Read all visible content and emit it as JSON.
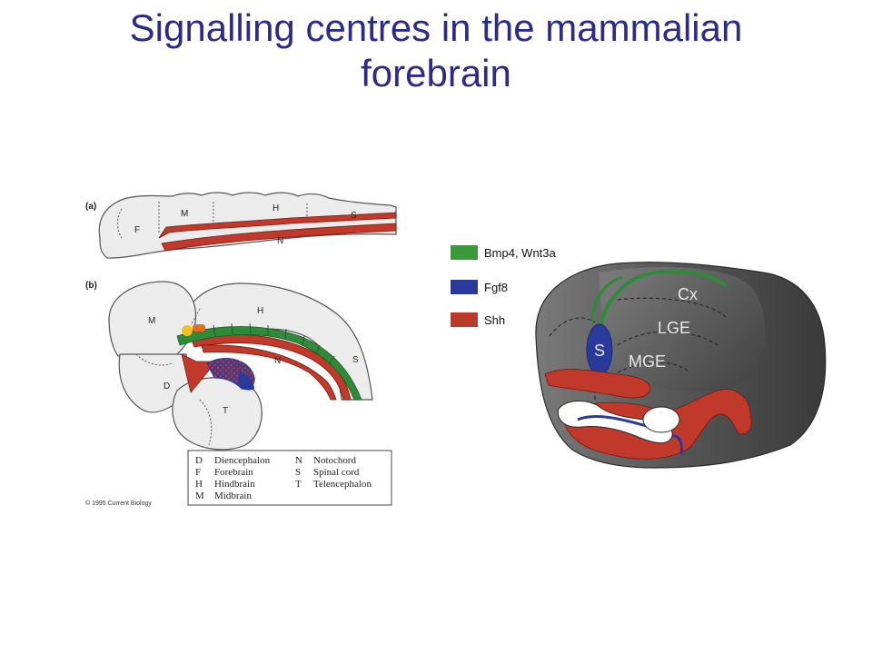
{
  "title": {
    "line1": "Signalling centres in the mammalian",
    "line2": "forebrain"
  },
  "left_figure": {
    "panel_a_label": "(a)",
    "panel_b_label": "(b)",
    "a_labels": {
      "f": "F",
      "m": "M",
      "h": "H",
      "s": "S",
      "n": "N"
    },
    "b_labels": {
      "m": "M",
      "h": "H",
      "d": "D",
      "t": "T",
      "n": "N",
      "s": "S"
    },
    "key": [
      {
        "code": "D",
        "name": "Diencephalon"
      },
      {
        "code": "F",
        "name": "Forebrain"
      },
      {
        "code": "H",
        "name": "Hindbrain"
      },
      {
        "code": "M",
        "name": "Midbrain"
      },
      {
        "code": "N",
        "name": "Notochord"
      },
      {
        "code": "S",
        "name": "Spinal cord"
      },
      {
        "code": "T",
        "name": "Telencephalon"
      }
    ],
    "copyright": "© 1995 Current Biology"
  },
  "right_figure": {
    "legend": [
      {
        "label": "Bmp4, Wnt3a",
        "color": "#3a9a3a"
      },
      {
        "label": "Fgf8",
        "color": "#2a3a9a"
      },
      {
        "label": "Shh",
        "color": "#b83a2a"
      }
    ],
    "region_labels": {
      "cx": "Cx",
      "lge": "LGE",
      "mge": "MGE",
      "s": "S"
    }
  },
  "colors": {
    "title": "#2b2b8c",
    "red": "#c0392b",
    "green": "#2e8b3a",
    "blue": "#2a3a9a",
    "gray_dark": "#555555"
  }
}
